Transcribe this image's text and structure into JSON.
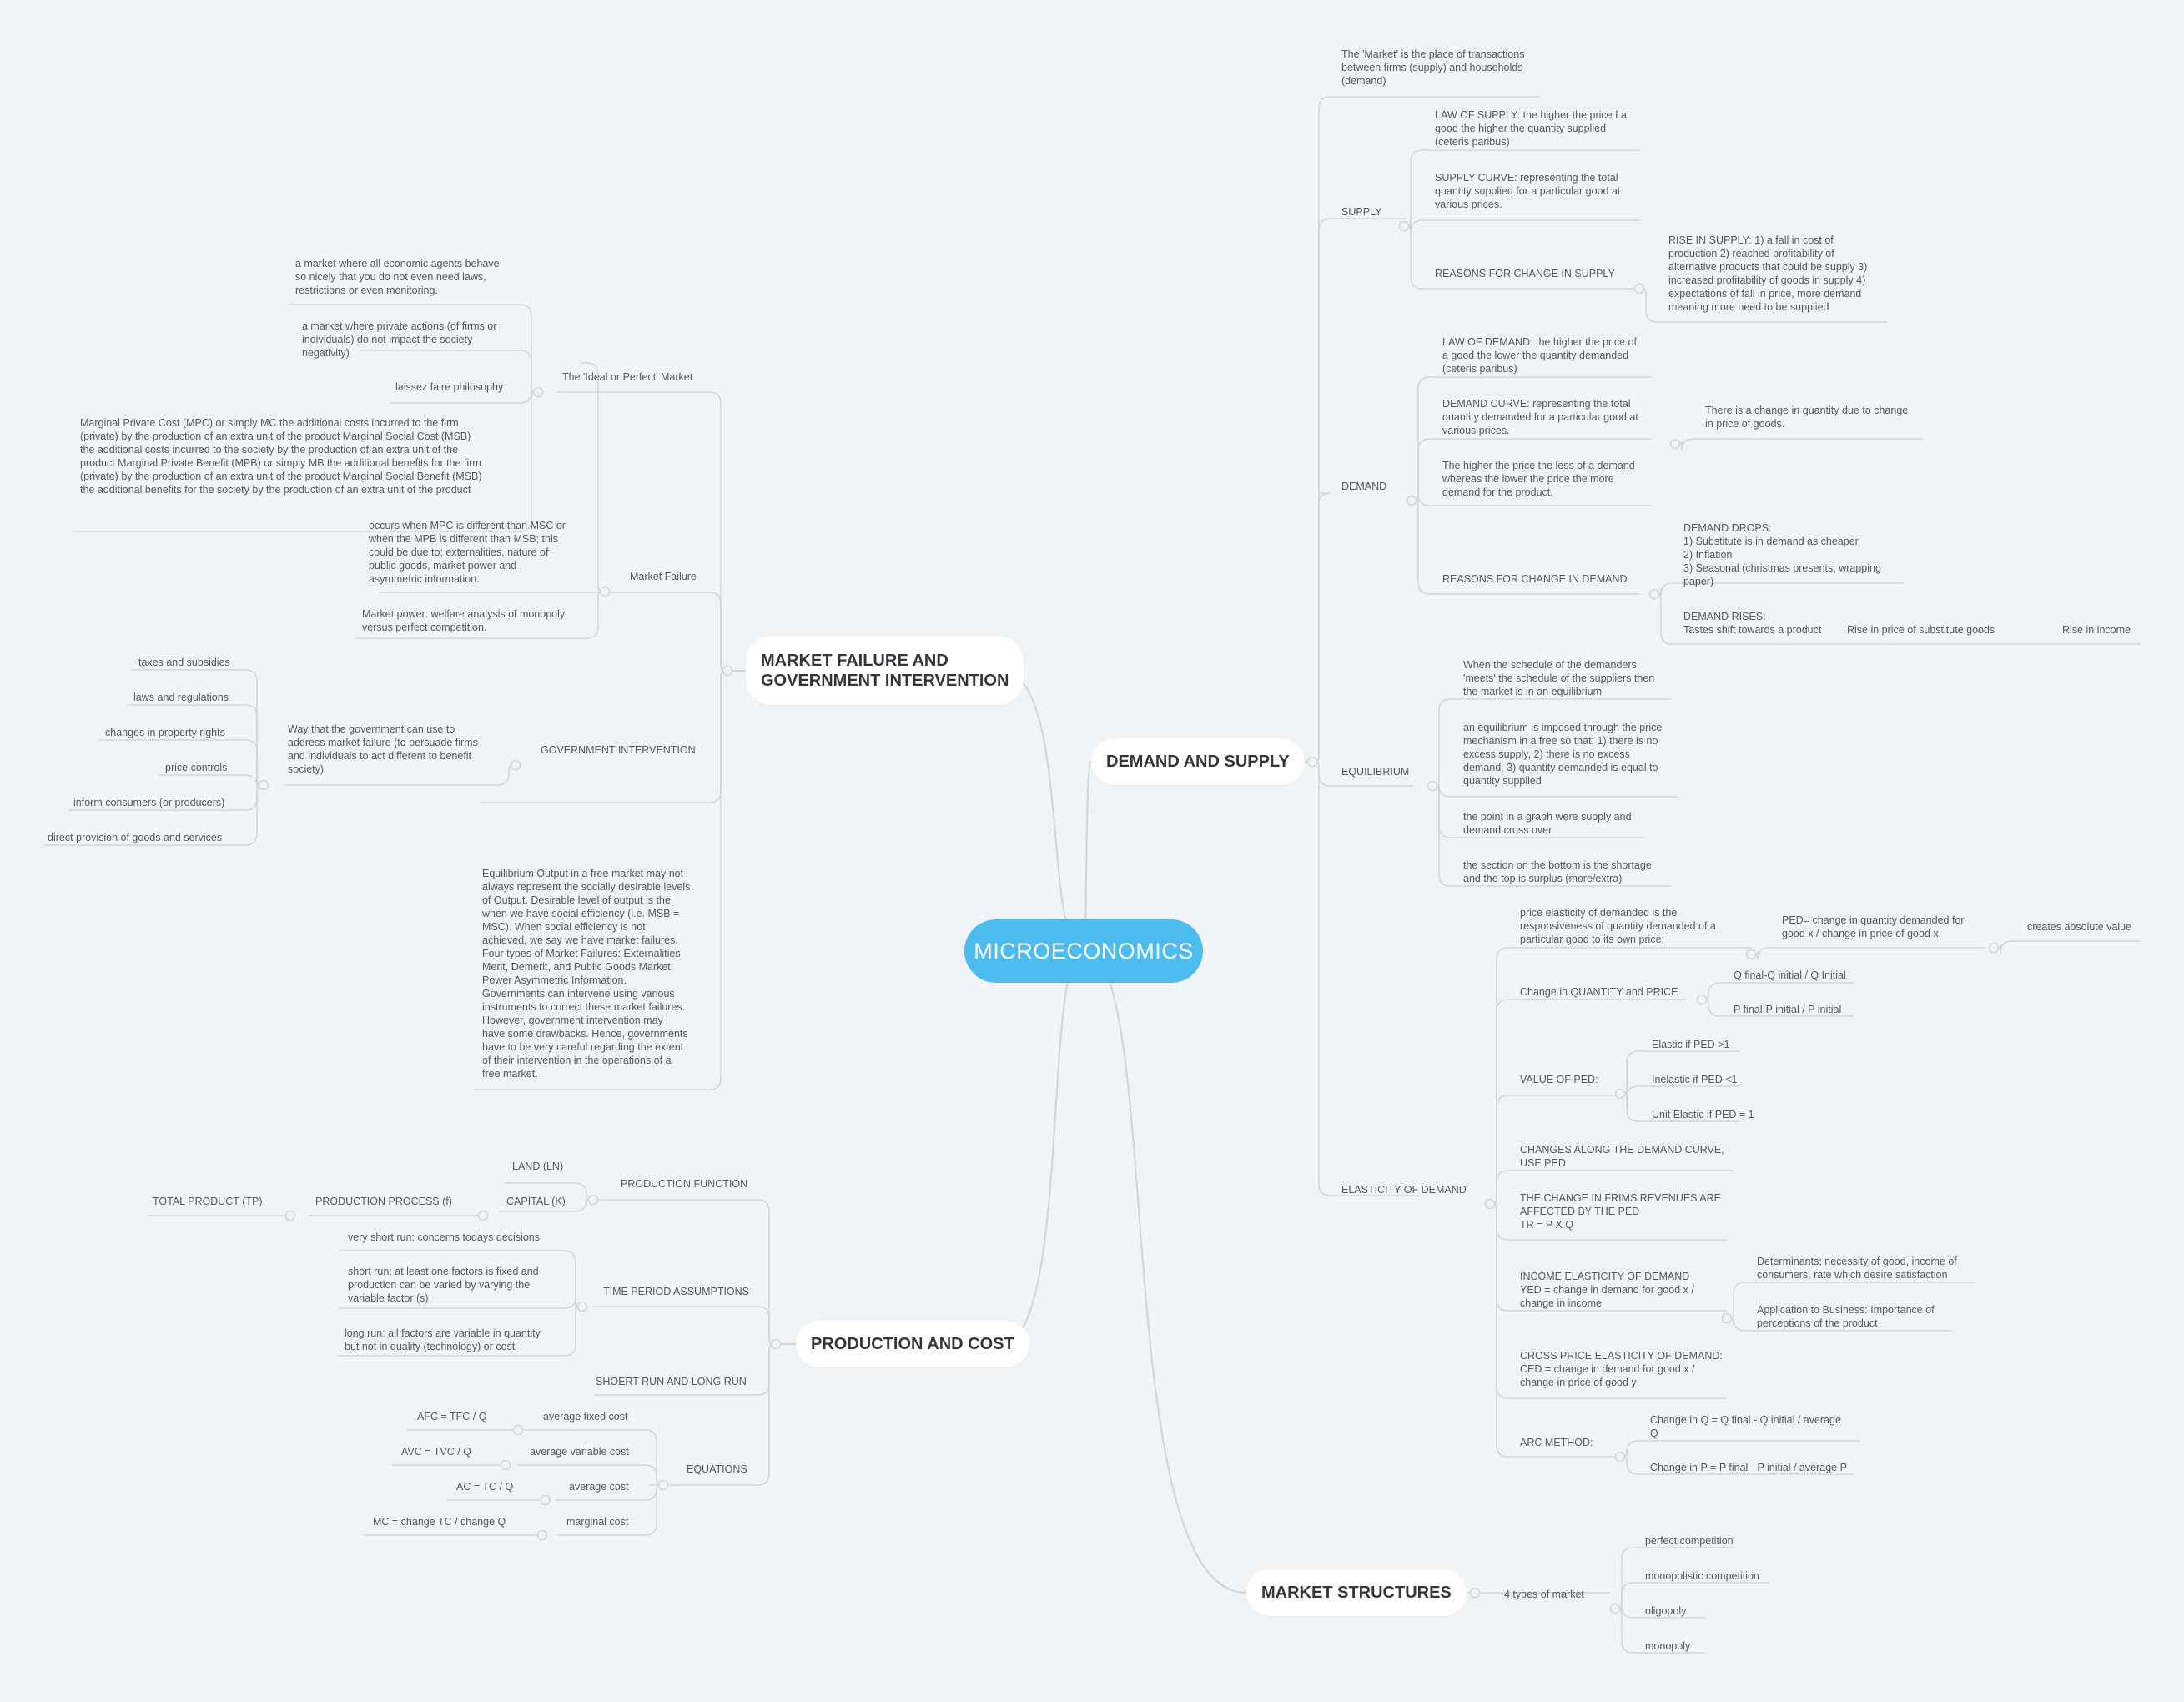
{
  "root": {
    "label": "MICROECONOMICS"
  },
  "colors": {
    "background": "#f0f4f7",
    "root": "#4cbcef",
    "line": "#cfd6dc",
    "text": "#55595f",
    "main_text": "#33363b"
  },
  "branches": {
    "demand_supply": {
      "label": "DEMAND AND SUPPLY",
      "market_def": "The 'Market' is the place of transactions\nbetween firms (supply) and households\n(demand)",
      "supply": {
        "label": "SUPPLY",
        "law": "LAW OF SUPPLY: the higher the price f a\ngood the higher the quantity supplied\n(ceteris paribus)",
        "curve": "SUPPLY CURVE: representing the total\nquantity supplied for a particular good at\nvarious prices.",
        "reasons": "REASONS FOR CHANGE IN SUPPLY",
        "rise": "RISE IN SUPPLY: 1) a fall in cost of\nproduction 2) reached profitability of\nalternative products that could be supply 3)\nincreased profitability of goods in supply 4)\nexpectations of fall in price, more demand\nmeaning more need to be supplied"
      },
      "demand": {
        "label": "DEMAND",
        "law": "LAW OF DEMAND: the higher the price of\na good the lower the quantity demanded\n(ceteris paribus)",
        "curve": "DEMAND CURVE: representing the total\nquantity demanded for a particular good at\nvarious prices.",
        "higher_price": "The higher the price the less of a demand\nwhereas the lower the price the more\ndemand for the product.",
        "quantity_change": "There is a change in quantity due to change\nin price of goods.",
        "reasons": "REASONS FOR CHANGE IN DEMAND",
        "drops": "DEMAND DROPS:\n1) Substitute is in demand as cheaper\n2) Inflation\n3) Seasonal (christmas presents, wrapping\npaper)",
        "rises": "DEMAND RISES:\nTastes shift towards a product",
        "substitute": "Rise in price of substitute goods",
        "income": "Rise in income"
      },
      "equilibrium": {
        "label": "EQUILIBRIUM",
        "item1": "When the schedule of the demanders\n'meets' the schedule of the suppliers then\nthe market is in an equilibrium",
        "item2": "an equilibrium is imposed through the price\nmechanism in a free so that; 1) there is no\nexcess supply, 2) there is no excess\ndemand, 3) quantity demanded is equal to\nquantity supplied",
        "item3": "the point in a graph were supply and\ndemand cross over",
        "item4": "the section on the bottom is the shortage\nand the top is surplus (more/extra)"
      },
      "elasticity": {
        "label": "ELASTICITY OF DEMAND",
        "ped_def": "price elasticity of demanded is the\nresponsiveness of quantity demanded of a\nparticular good to its own price;",
        "ped_formula": "PED= change in quantity demanded for\ngood x / change in price of good x",
        "absolute": "creates absolute value",
        "change_qp": "Change in QUANTITY and PRICE",
        "q_formula": "Q final-Q initial / Q Initial",
        "p_formula": "P final-P initial / P initial",
        "value_ped": "VALUE OF PED:",
        "elastic": "Elastic if PED >1",
        "inelastic": "Inelastic if PED <1",
        "unit": "Unit Elastic if PED = 1",
        "along_curve": "CHANGES ALONG THE DEMAND CURVE,\nUSE PED",
        "revenues": "THE CHANGE IN FRIMS REVENUES ARE\nAFFECTED BY THE PED\nTR = P X Q",
        "yed": "INCOME ELASTICITY OF DEMAND\nYED = change in demand for good x /\nchange in income",
        "determinants": "Determinants; necessity of good, income of\nconsumers, rate which desire satisfaction",
        "application": "Application to Business: Importance of\nperceptions of the product",
        "ced": "CROSS PRICE ELASTICITY OF DEMAND:\nCED = change in demand for good x /\nchange in price of good y",
        "arc": "ARC  METHOD:",
        "arc_q": "Change in Q = Q final - Q initial / average\nQ",
        "arc_p": "Change in P = P final - P initial / average P"
      }
    },
    "market_structures": {
      "label": "MARKET STRUCTURES",
      "types": "4 types of market",
      "items": [
        "perfect competition",
        "monopolistic competition",
        "oligopoly",
        "monopoly"
      ]
    },
    "market_failure": {
      "label": "MARKET FAILURE AND\nGOVERNMENT INTERVENTION",
      "ideal": {
        "label": "The 'Ideal or Perfect' Market",
        "item1": "a market where all economic agents behave\nso nicely that you do not even need laws,\nrestrictions or even monitoring.",
        "item2": "a market where private actions (of firms or\nindividuals) do not impact the society\nnegativity)",
        "item3": "laissez faire philosophy",
        "item4": "Marginal Private Cost (MPC) or simply MC  the additional costs incurred to the firm\n(private) by the production of an extra unit of the product Marginal Social Cost (MSB)\nthe additional costs incurred to the society by the production of an extra unit of the\nproduct Marginal Private Benefit (MPB) or simply MB  the additional benefits for the firm\n(private) by the production of an extra unit of the product Marginal Social Benefit (MSB)\nthe additional benefits for the society by the production of an extra unit of the product"
      },
      "failure": {
        "label": "Market Failure",
        "item1": "occurs when MPC is different than MSC or\nwhen the MPB is different than MSB; this\ncould be due to; externalities, nature of\npublic goods, market power and\nasymmetric information.",
        "item2": "Market power: welfare analysis of monopoly\nversus perfect competition."
      },
      "government": {
        "label": "GOVERNMENT INTERVENTION",
        "way": "Way that the government can use to\naddress market failure (to persuade firms\nand individuals to act different to benefit\nsociety)",
        "items": [
          "taxes and subsidies",
          "laws and regulations",
          "changes in property rights",
          "price controls",
          "inform consumers (or producers)",
          "direct provision of goods and services"
        ]
      },
      "equilibrium_output": "Equilibrium Output in a free market may not\nalways represent the socially desirable levels\nof Output. Desirable level of output is the\nwhen we have social efficiency (i.e. MSB =\nMSC). When social efficiency is not\nachieved, we say we have market failures.\nFour types of Market Failures: Externalities\nMerit, Demerit, and Public Goods Market\nPower Asymmetric Information.\nGovernments can intervene using various\ninstruments to correct these market failures.\nHowever, government intervention may\nhave some drawbacks. Hence, governments\nhave to be very careful regarding the extent\nof their intervention in the operations of a\nfree market."
    },
    "production_cost": {
      "label": "PRODUCTION AND COST",
      "function": {
        "label": "PRODUCTION FUNCTION",
        "land": "LAND (LN)",
        "capital": "CAPITAL (K)",
        "process": "PRODUCTION PROCESS (f)",
        "total": "TOTAL PRODUCT (TP)"
      },
      "time": {
        "label": "TIME PERIOD ASSUMPTIONS",
        "very_short": "very short run: concerns todays decisions",
        "short": "short run: at least one factors is fixed and\nproduction can be varied by varying the\nvariable factor (s)",
        "long": "long run: all factors are variable in quantity\nbut not in quality (technology) or cost"
      },
      "shoert": "SHOERT RUN AND LONG RUN",
      "equations": {
        "label": "EQUATIONS",
        "afc": "average fixed cost",
        "afc_f": "AFC = TFC / Q",
        "avc": "average variable cost",
        "avc_f": "AVC = TVC / Q",
        "ac": "average cost",
        "ac_f": "AC = TC / Q",
        "mc": "marginal cost",
        "mc_f": "MC = change TC / change Q"
      }
    }
  }
}
